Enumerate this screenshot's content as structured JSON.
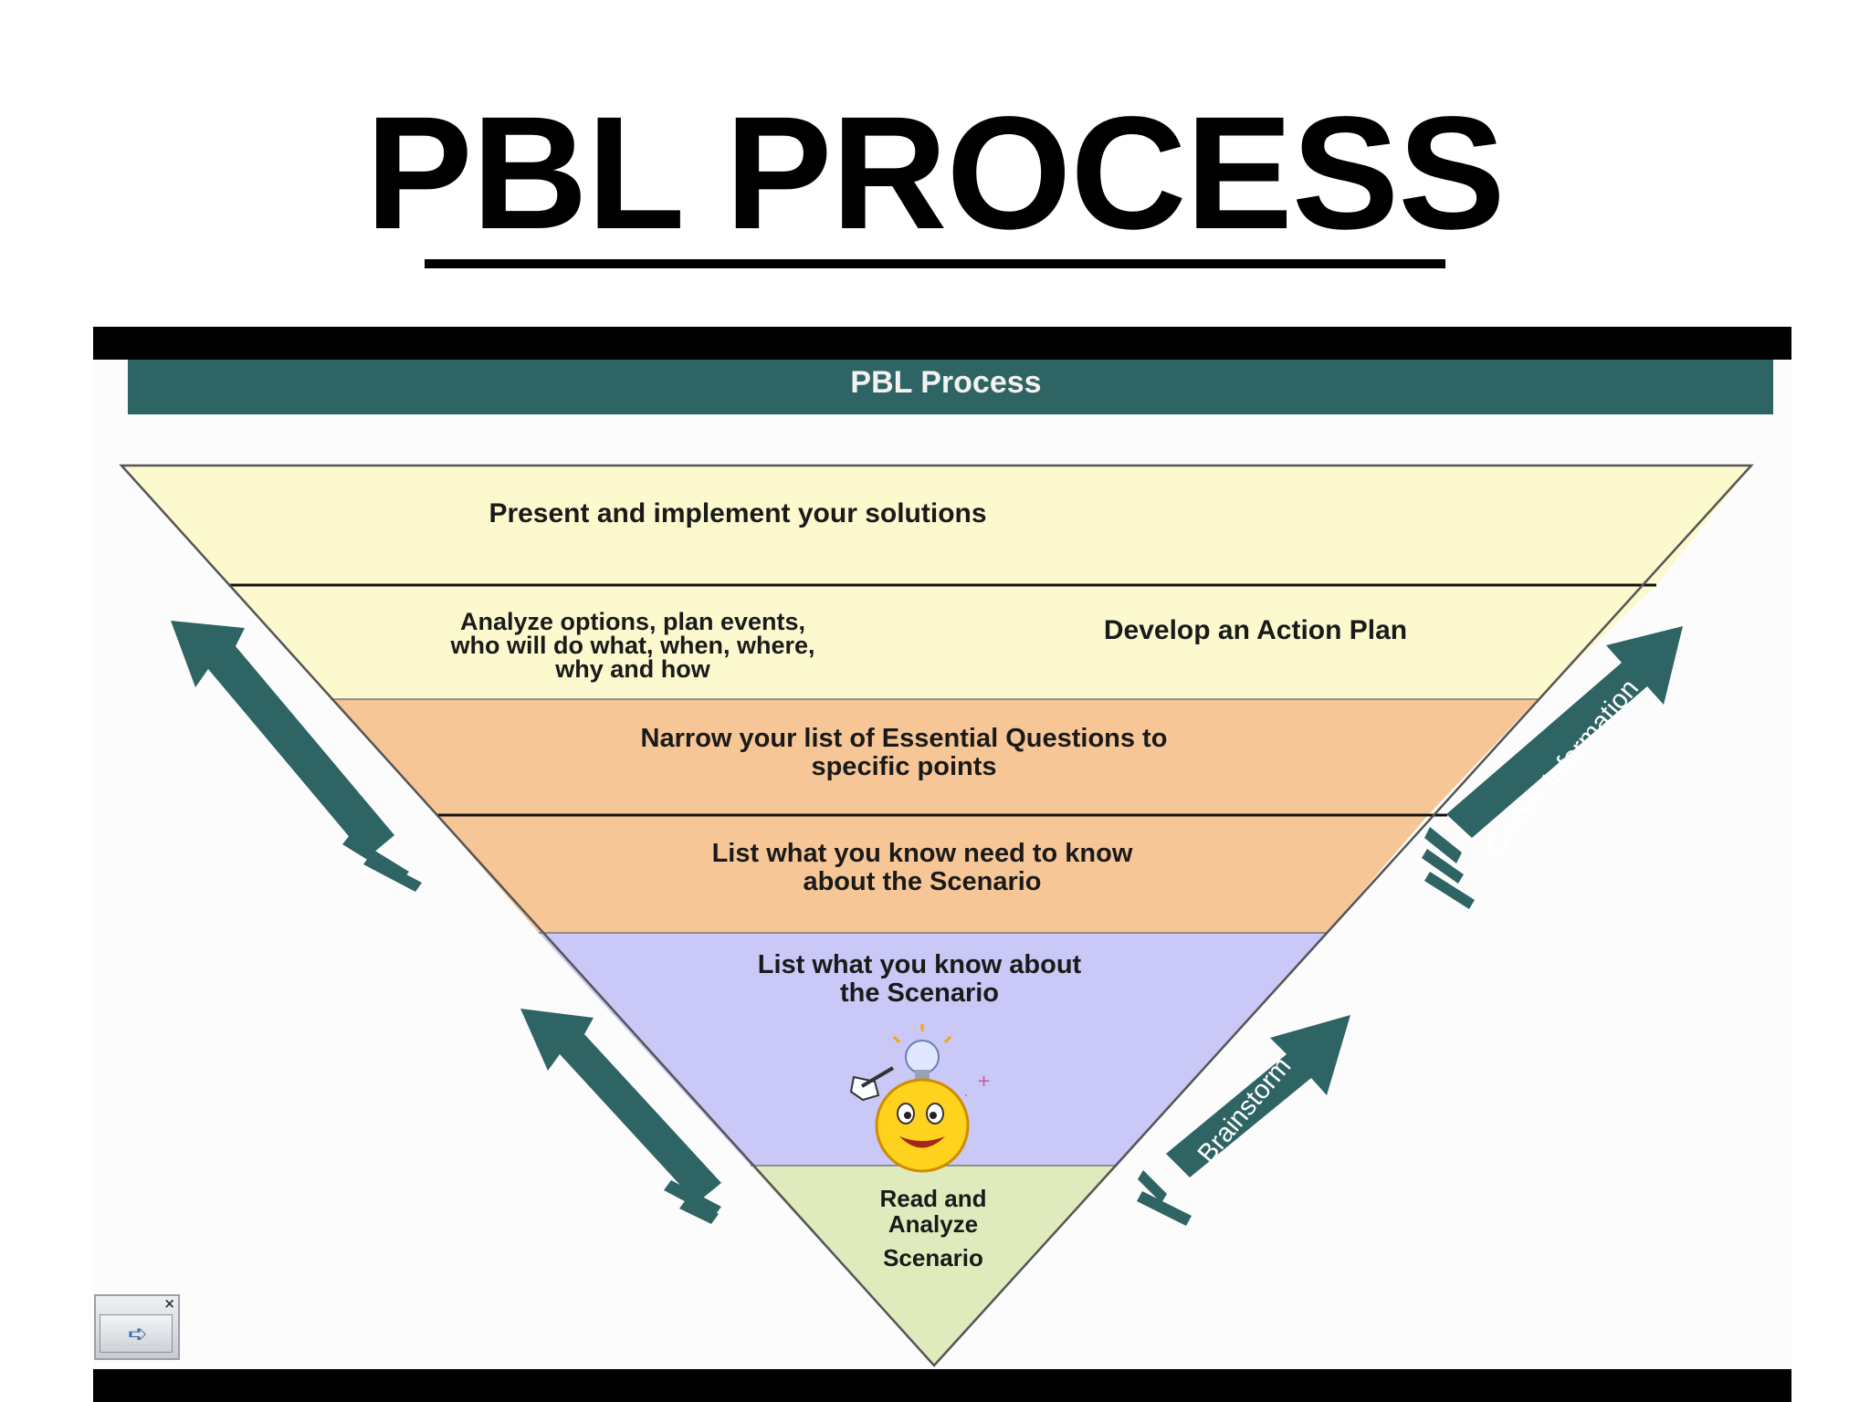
{
  "title": "PBL PROCESS",
  "diagram": {
    "header": "PBL Process",
    "levels": [
      {
        "lines": [
          "Present and implement your solutions"
        ]
      },
      {
        "left_lines": [
          "Analyze options, plan events,",
          "who will do what, when, where,",
          "why and how"
        ],
        "right_lines": [
          "Develop an Action Plan"
        ]
      },
      {
        "lines": [
          "Narrow your list of Essential Questions to",
          "specific points"
        ]
      },
      {
        "lines": [
          "List what you know need to know",
          "about the Scenario"
        ]
      },
      {
        "lines": [
          "List what you know about",
          "the Scenario"
        ]
      },
      {
        "lines": [
          "Read and",
          "Analyze",
          "Scenario"
        ]
      }
    ],
    "arrow_labels": {
      "gather": "Gather Information",
      "brainstorm": "Brainstorm"
    },
    "colors": {
      "header": "#2f6464",
      "yellow": "#fcf9cf",
      "orange": "#f6c696",
      "purple": "#c9c8f6",
      "green": "#dfebbc",
      "arrow": "#2f6464"
    },
    "icons": [
      "lightbulb-smiley-icon",
      "close-icon",
      "forward-arrow-icon"
    ]
  }
}
